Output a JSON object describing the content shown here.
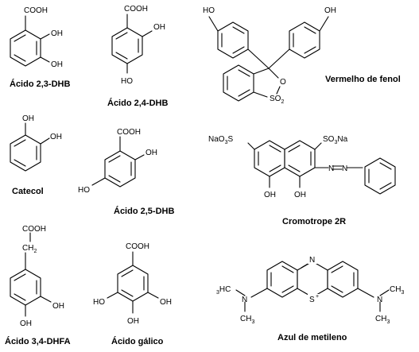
{
  "figure": {
    "compounds": [
      {
        "id": "c1",
        "label": "Ácido 2,3-DHB",
        "atoms": {
          "cooh": "COOH",
          "oh1": "OH",
          "oh2": "OH"
        }
      },
      {
        "id": "c2",
        "label": "Ácido 2,4-DHB",
        "atoms": {
          "cooh": "COOH",
          "oh1": "OH",
          "oh2": "HO"
        }
      },
      {
        "id": "c3",
        "label": "Vermelho de fenol",
        "atoms": {
          "ho": "HO",
          "oh": "OH",
          "o": "O",
          "so2_s": "SO",
          "so2_n": "2"
        }
      },
      {
        "id": "c4",
        "label": "Catecol",
        "atoms": {
          "oh1": "OH",
          "oh2": "OH"
        }
      },
      {
        "id": "c5",
        "label": "Ácido 2,5-DHB",
        "atoms": {
          "cooh": "COOH",
          "oh1": "OH",
          "oh2": "HO"
        }
      },
      {
        "id": "c6",
        "label": "Cromotrope 2R",
        "atoms": {
          "so3na_l": "NaO",
          "so3na_l_sub": "3",
          "so3na_l_s": "S",
          "so3na_r": "SO",
          "so3na_r_sub": "3",
          "so3na_r_na": "Na",
          "n1": "N",
          "n2": "N",
          "oh1": "OH",
          "oh2": "OH"
        }
      },
      {
        "id": "c7",
        "label": "Ácido 3,4-DHFA",
        "atoms": {
          "cooh": "COOH",
          "ch2": "CH",
          "ch2_sub": "2",
          "oh1": "OH",
          "oh2": "OH"
        }
      },
      {
        "id": "c8",
        "label": "Ácido gálico",
        "atoms": {
          "cooh": "COOH",
          "oh1": "HO",
          "oh2": "OH",
          "oh3": "OH"
        }
      },
      {
        "id": "c9",
        "label": "Azul de metileno",
        "atoms": {
          "n_top": "N",
          "s": "S",
          "plus": "+",
          "n_left": "N",
          "n_right": "N",
          "ch3_l1_pre": "3",
          "ch3_l1": "HC",
          "ch3_l2": "CH",
          "ch3_l2_sub": "3",
          "ch3_r1": "CH",
          "ch3_r1_sub": "3",
          "ch3_r2": "CH",
          "ch3_r2_sub": "3"
        }
      }
    ]
  }
}
